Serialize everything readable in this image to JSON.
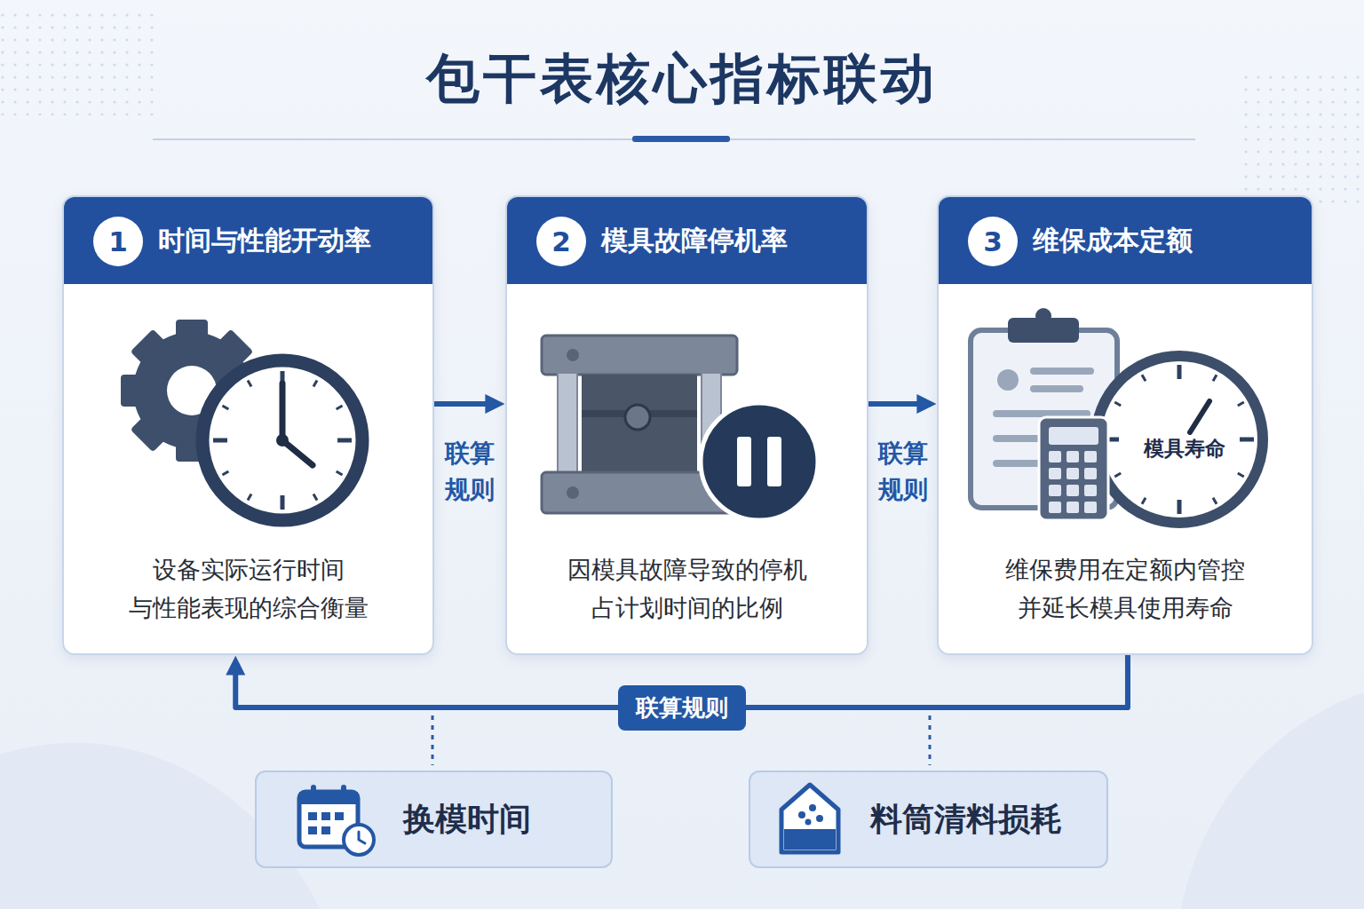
{
  "diagram": {
    "title": "包干表核心指标联动",
    "nodes": [
      {
        "text": [
          "时间与性能开动率",
          "设备实际运行时间 与性能表现的综合衡量"
        ]
      },
      {
        "text": [
          "1"
        ],
        "in": 0
      },
      {
        "text": [
          "模具故障停机率",
          "因模具故障导致的停机 占计划时间的比例"
        ]
      },
      {
        "text": [
          "2"
        ],
        "in": 2
      },
      {
        "text": [
          "维保成本定额",
          "维保费用在定额内管控 并延长模具使用寿命"
        ]
      },
      {
        "text": [
          "3"
        ],
        "in": 4
      },
      {
        "text": [
          "换模时间"
        ]
      },
      {
        "text": [
          "料筒清料损耗"
        ]
      }
    ],
    "edges": [
      {
        "from": 0,
        "to": 2,
        "arrow": "to",
        "label": "联算规则"
      },
      {
        "from": 2,
        "to": 4,
        "arrow": "to",
        "label": "联算规则"
      },
      {
        "from": 4,
        "to": 0,
        "arrow": "to",
        "label": "联算规则"
      }
    ],
    "labels": [
      "模具寿命"
    ]
  }
}
